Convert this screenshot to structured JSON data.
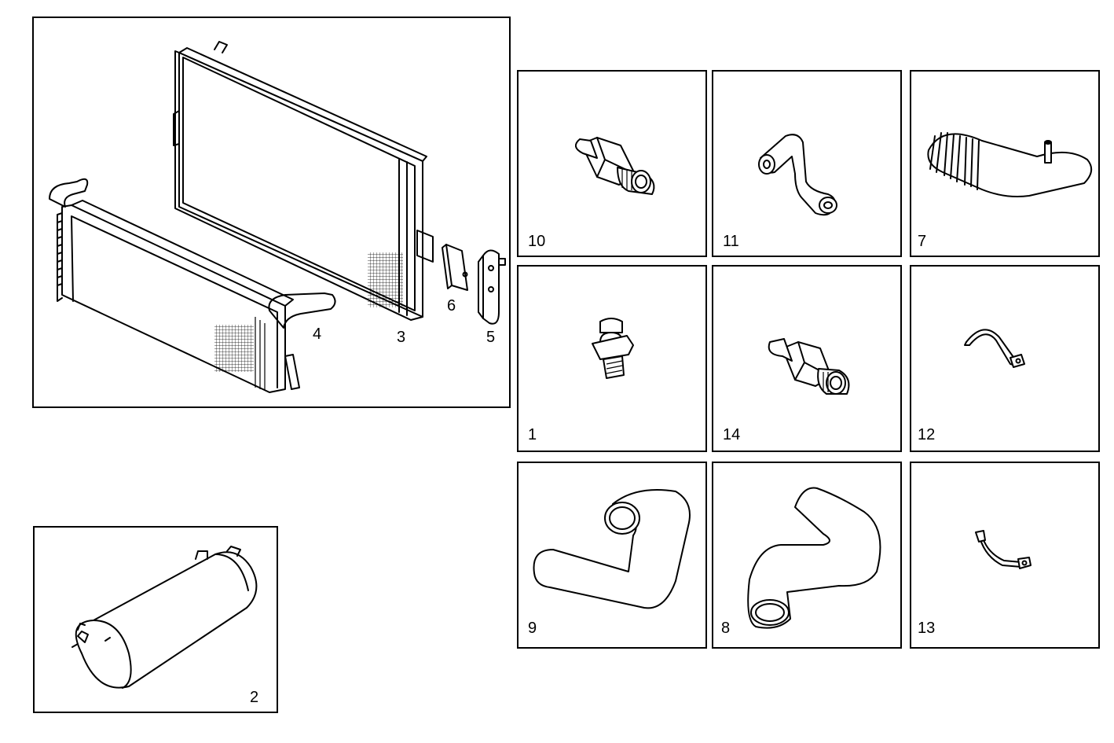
{
  "main_assembly": {
    "callouts": {
      "intercooler": "4",
      "radiator": "3",
      "pad": "6",
      "bracket": "5"
    }
  },
  "tank_panel": {
    "label": "2"
  },
  "parts": [
    {
      "label": "10",
      "icon": "hex-nipple-icon"
    },
    {
      "label": "11",
      "icon": "s-pipe-icon"
    },
    {
      "label": "7",
      "icon": "corrugated-hose-icon"
    },
    {
      "label": "1",
      "icon": "sensor-icon"
    },
    {
      "label": "14",
      "icon": "hex-nipple-icon"
    },
    {
      "label": "12",
      "icon": "clamp-icon"
    },
    {
      "label": "9",
      "icon": "bent-hose-icon"
    },
    {
      "label": "8",
      "icon": "elbow-hose-icon"
    },
    {
      "label": "13",
      "icon": "clamp-icon"
    }
  ],
  "colors": {
    "line": "#000000",
    "background": "#ffffff"
  }
}
